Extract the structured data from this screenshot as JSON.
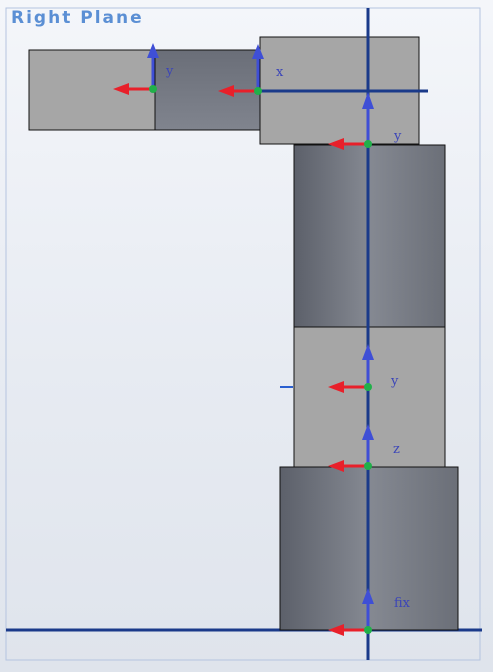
{
  "view": {
    "plane_title": "Right Plane"
  },
  "frames": [
    {
      "name": "frame-y-arm-left",
      "label": "y"
    },
    {
      "name": "frame-x-arm",
      "label": "x"
    },
    {
      "name": "frame-y-top",
      "label": "y"
    },
    {
      "name": "frame-y-mid",
      "label": "y"
    },
    {
      "name": "frame-z",
      "label": "z"
    },
    {
      "name": "frame-fix",
      "label": "fix"
    }
  ],
  "colors": {
    "axis_line": "#1a3a8a",
    "arrow_up": "#3f4fd6",
    "arrow_left": "#e8202a",
    "origin_dot": "#21b04a",
    "part_light": "#a8a8a8",
    "part_dark": "#70747c"
  }
}
